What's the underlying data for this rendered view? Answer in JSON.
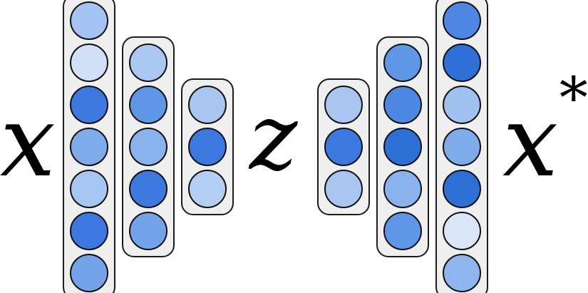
{
  "diagram": {
    "kind": "autoencoder-neural-network",
    "description": "Encoder-decoder diagram: input x compressed through layers to latent z, then reconstructed to x*"
  },
  "labels": {
    "input": "x",
    "latent": "z",
    "output_base": "x",
    "output_superscript": "*"
  },
  "style": {
    "layer_fill": "#efefef",
    "layer_border": "#1c1c1c",
    "neuron_border": "#101010",
    "accent_strong_blue": "#3c78dd",
    "accent_light_blue": "#a9c6f1"
  },
  "layers": [
    {
      "name": "encoder-layer-1",
      "group": "encoder",
      "size": 7,
      "neuron_colors": [
        "#a4c2f4",
        "#d2e0f7",
        "#3c78dd",
        "#7fabea",
        "#a4c6f1",
        "#3c78dd",
        "#74a3e9"
      ]
    },
    {
      "name": "encoder-layer-2",
      "group": "encoder",
      "size": 5,
      "neuron_colors": [
        "#abc8f2",
        "#6096e6",
        "#8ab2ec",
        "#3c78dd",
        "#74a3e9"
      ]
    },
    {
      "name": "encoder-layer-3",
      "group": "encoder",
      "size": 3,
      "neuron_colors": [
        "#a9c6f1",
        "#3c78dd",
        "#b5cef3"
      ]
    },
    {
      "name": "decoder-layer-1",
      "group": "decoder",
      "size": 3,
      "neuron_colors": [
        "#a9c6f1",
        "#3c78dd",
        "#a9c6f1"
      ]
    },
    {
      "name": "decoder-layer-2",
      "group": "decoder",
      "size": 5,
      "neuron_colors": [
        "#6096e6",
        "#4d87e2",
        "#2e6fd6",
        "#8ab2ec",
        "#6096e6"
      ]
    },
    {
      "name": "decoder-layer-3",
      "group": "decoder",
      "size": 7,
      "neuron_colors": [
        "#4d87e2",
        "#2e6fd6",
        "#a0c0f0",
        "#7fabea",
        "#2e6fd6",
        "#dce6f9",
        "#8fb6ee"
      ]
    }
  ]
}
